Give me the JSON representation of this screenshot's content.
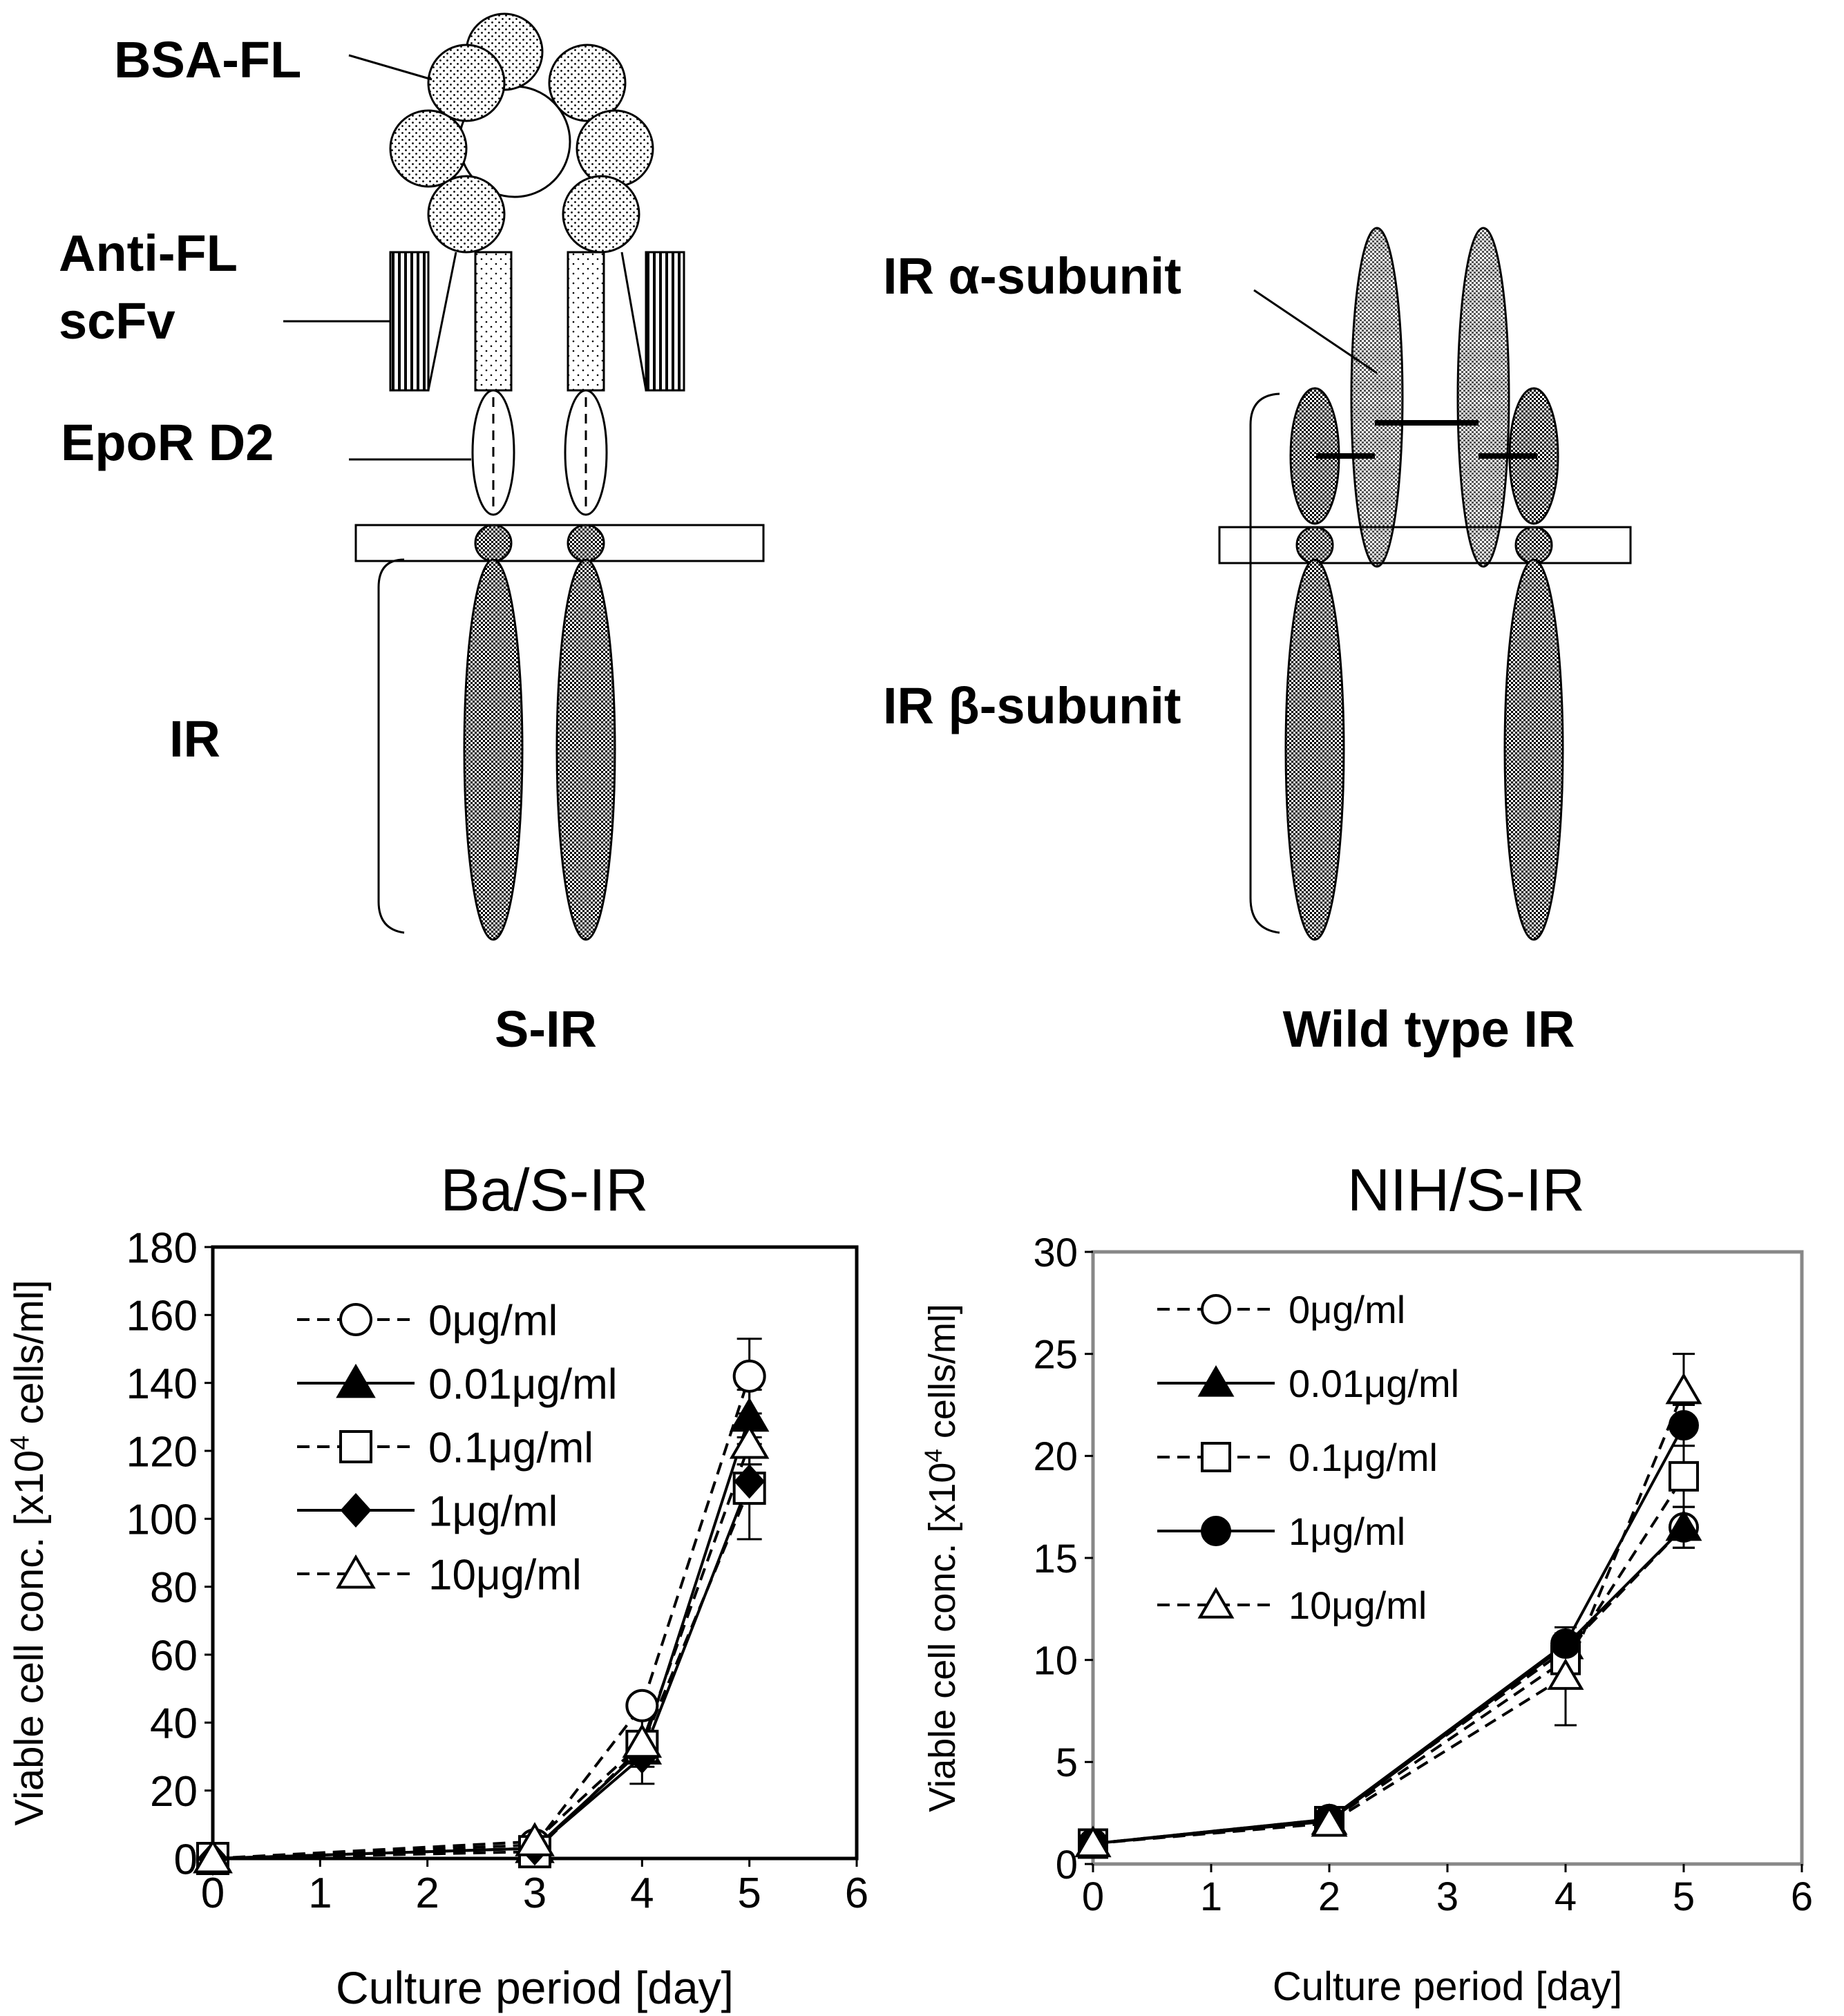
{
  "diagram": {
    "left_labels": {
      "bsa_fl": "BSA-FL",
      "anti_fl_1": "Anti-FL",
      "anti_fl_2": "scFv",
      "epor_d2": "EpoR D2",
      "ir": "IR",
      "title": "S-IR"
    },
    "right_labels": {
      "alpha": "IR α-subunit",
      "beta": "IR β-subunit",
      "title": "Wild type IR"
    }
  },
  "chart_data": [
    {
      "type": "line",
      "title": "Ba/S-IR",
      "xlabel": "Culture period [day]",
      "ylabel_prefix": "Viable cell conc. [x10",
      "ylabel_sup": "4",
      "ylabel_suffix": " cells/ml]",
      "xlim": [
        0,
        6
      ],
      "ylim": [
        0,
        180
      ],
      "xticks": [
        "0",
        "1",
        "2",
        "3",
        "4",
        "5",
        "6"
      ],
      "yticks": [
        "0",
        "20",
        "40",
        "60",
        "80",
        "100",
        "120",
        "140",
        "160",
        "180"
      ],
      "x": [
        0,
        3,
        4,
        5
      ],
      "series": [
        {
          "name": "0μg/ml",
          "marker": "circle-open",
          "dash": true,
          "values": [
            0,
            4,
            45,
            142
          ],
          "errors": [
            0,
            0.5,
            3,
            11
          ]
        },
        {
          "name": "0.01μg/ml",
          "marker": "triangle-filled",
          "dash": false,
          "values": [
            0,
            3,
            32,
            130
          ],
          "errors": [
            0,
            0.5,
            3,
            8
          ]
        },
        {
          "name": "0.1μg/ml",
          "marker": "square-open",
          "dash": true,
          "values": [
            0,
            2,
            33,
            109
          ],
          "errors": [
            0,
            0.5,
            11,
            15
          ]
        },
        {
          "name": "1μg/ml",
          "marker": "diamond-filled",
          "dash": false,
          "values": [
            0,
            3,
            30,
            111
          ],
          "errors": [
            0,
            0.5,
            3,
            5
          ]
        },
        {
          "name": "10μg/ml",
          "marker": "triangle-open",
          "dash": true,
          "values": [
            0,
            5,
            34,
            122
          ],
          "errors": [
            0,
            0.5,
            3,
            6
          ]
        }
      ],
      "legend_position": "top-left",
      "grid": false
    },
    {
      "type": "line",
      "title": "NIH/S-IR",
      "xlabel": "Culture period [day]",
      "ylabel_prefix": "Viable cell conc. [x10",
      "ylabel_sup": "4",
      "ylabel_suffix": " cells/ml]",
      "xlim": [
        0,
        6
      ],
      "ylim": [
        0,
        30
      ],
      "xticks": [
        "0",
        "1",
        "2",
        "3",
        "4",
        "5",
        "6"
      ],
      "yticks": [
        "0",
        "5",
        "10",
        "15",
        "20",
        "25",
        "30"
      ],
      "x": [
        0,
        2,
        4,
        5
      ],
      "series": [
        {
          "name": "0μg/ml",
          "marker": "circle-open",
          "dash": true,
          "values": [
            1,
            2.2,
            10.5,
            16.5
          ],
          "errors": [
            0,
            0.2,
            0.5,
            1
          ]
        },
        {
          "name": "0.01μg/ml",
          "marker": "triangle-filled",
          "dash": false,
          "values": [
            1,
            2.1,
            10.7,
            16.5
          ],
          "errors": [
            0,
            0.2,
            0.5,
            1
          ]
        },
        {
          "name": "0.1μg/ml",
          "marker": "square-open",
          "dash": true,
          "values": [
            1,
            2.1,
            10.0,
            19.0
          ],
          "errors": [
            0,
            0.2,
            0.6,
            1.5
          ]
        },
        {
          "name": "1μg/ml",
          "marker": "circle-filled",
          "dash": false,
          "values": [
            1,
            2.2,
            10.8,
            21.5
          ],
          "errors": [
            0,
            0.2,
            0.5,
            1
          ]
        },
        {
          "name": "10μg/ml",
          "marker": "triangle-open",
          "dash": true,
          "values": [
            1,
            2.0,
            9.2,
            23.2
          ],
          "errors": [
            0,
            0.2,
            2.4,
            1.8
          ]
        }
      ],
      "legend_position": "top-left",
      "grid": false
    }
  ]
}
